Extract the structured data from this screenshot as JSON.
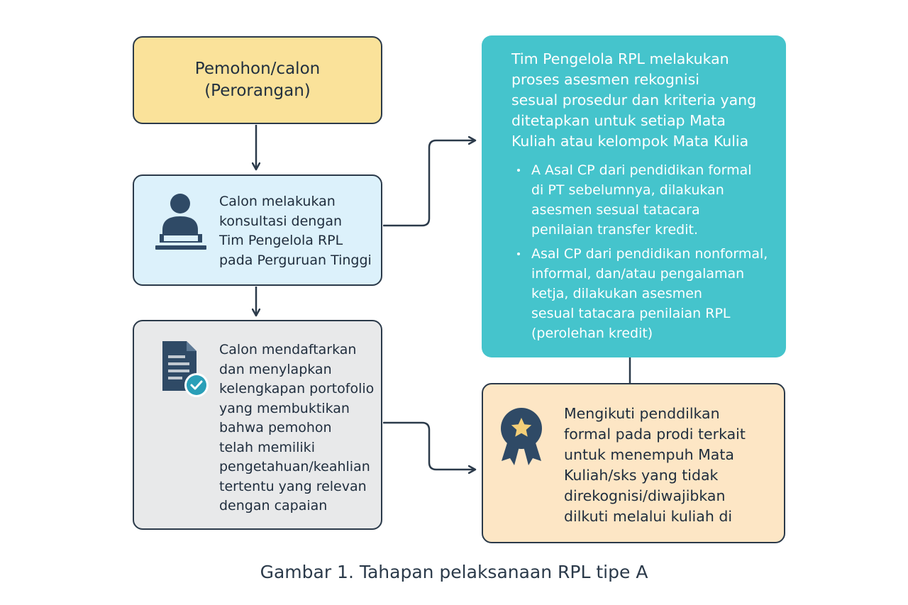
{
  "diagram": {
    "applicant_box": {
      "lines": [
        "Pemohon/calon",
        "(Perorangan)"
      ]
    },
    "consult_box": {
      "icon": "person-at-desk-icon",
      "lines": [
        "Calon melakukan",
        "konsultasi dengan",
        "Tim Pengelola RPL",
        "pada Perguruan Tinggi"
      ]
    },
    "register_box": {
      "icon": "document-check-icon",
      "lines": [
        "Calon mendaftarkan",
        "dan menylapkan",
        "kelengkapan portofolio",
        "yang membuktikan",
        "bahwa pemohon",
        "telah memiliki",
        "pengetahuan/keahlian",
        "tertentu yang relevan",
        "dengan capaian"
      ]
    },
    "assessment_box": {
      "intro_lines": [
        "Tim Pengelola RPL melakukan",
        "proses asesmen rekognisi",
        "sesual prosedur dan kriteria yang",
        "ditetapkan untuk setiap Mata",
        "Kuliah atau kelompok Mata Kulia"
      ],
      "bullets": [
        {
          "lines": [
            "A Asal CP dari pendidikan formal",
            "di PT sebelumnya, dilakukan",
            "asesmen sesual tatacara",
            "penilaian transfer kredit."
          ]
        },
        {
          "lines": [
            "Asal CP dari pendidikan nonformal,",
            "informal, dan/atau pengalaman",
            "ketja, dilakukan asesmen",
            "sesual tatacara penilaian RPL",
            "(perolehan kredit)"
          ]
        }
      ]
    },
    "education_box": {
      "icon": "award-ribbon-icon",
      "lines": [
        "Mengikuti penddilkan",
        "formal pada prodi terkait",
        "untuk menempuh Mata",
        "Kuliah/sks yang tidak",
        "direkognisi/diwajibkan",
        "dilkuti melalui kuliah di"
      ]
    },
    "caption": "Gambar 1. Tahapan pelaksanaan RPL tipe A",
    "colors": {
      "applicant": "#fae29a",
      "consult": "#dcf1fb",
      "register": "#e8e9ea",
      "assessment": "#45c4cc",
      "education": "#fde6c5",
      "stroke": "#2b3a4a"
    }
  }
}
